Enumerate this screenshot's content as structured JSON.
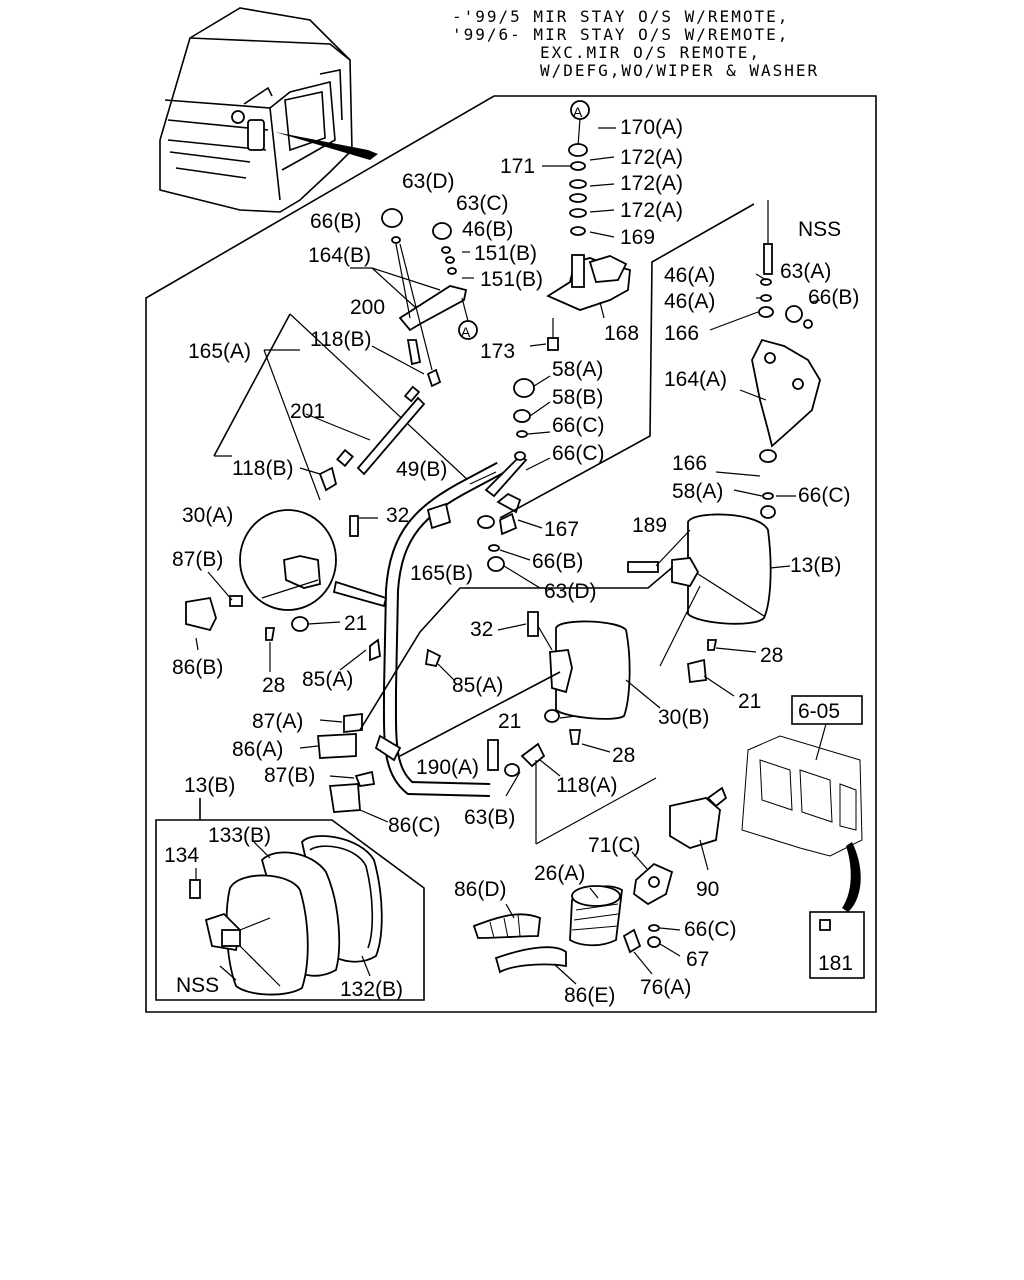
{
  "header": {
    "line1": "-'99/5 MIR STAY O/S W/REMOTE,",
    "line2": "'99/6- MIR STAY O/S W/REMOTE,",
    "line3": "EXC.MIR O/S REMOTE,",
    "line4": "W/DEFG,WO/WIPER & WASHER"
  },
  "labels": {
    "l170a": "170(A)",
    "l171": "171",
    "l172a_1": "172(A)",
    "l172a_2": "172(A)",
    "l172a_3": "172(A)",
    "l169": "169",
    "l168": "168",
    "l173": "173",
    "lA_top": "A",
    "lA_mid": "A",
    "l63d_top": "63(D)",
    "l63c": "63(C)",
    "l46b": "46(B)",
    "l66b_top": "66(B)",
    "l151b_1": "151(B)",
    "l151b_2": "151(B)",
    "l164b": "164(B)",
    "l200": "200",
    "l118b_top": "118(B)",
    "l165a": "165(A)",
    "l201": "201",
    "l118b_bot": "118(B)",
    "l58a_top": "58(A)",
    "l58b": "58(B)",
    "l66c_1": "66(C)",
    "l66c_2": "66(C)",
    "l49b": "49(B)",
    "l167": "167",
    "l66b_mid": "66(B)",
    "l63d_mid": "63(D)",
    "l165b": "165(B)",
    "lNSS_top": "NSS",
    "l46a_1": "46(A)",
    "l46a_2": "46(A)",
    "l63a": "63(A)",
    "l66b_right": "66(B)",
    "l166_1": "166",
    "l164a": "164(A)",
    "l166_2": "166",
    "l58a_right": "58(A)",
    "l66c_right": "66(C)",
    "l30a": "30(A)",
    "l32_left": "32",
    "l87b_top": "87(B)",
    "l86b": "86(B)",
    "l21_left": "21",
    "l28_left": "28",
    "l85a_1": "85(A)",
    "l85a_2": "85(A)",
    "l87a": "87(A)",
    "l86a": "86(A)",
    "l87b_bot": "87(B)",
    "l190a": "190(A)",
    "l63b": "63(B)",
    "l86c": "86(C)",
    "l118a": "118(A)",
    "l32_mid": "32",
    "l21_mid": "21",
    "l30b": "30(B)",
    "l28_mid": "28",
    "l189": "189",
    "l13b_right": "13(B)",
    "l28_right": "28",
    "l21_right": "21",
    "l13b_left": "13(B)",
    "l133b": "133(B)",
    "l134": "134",
    "lNSS_bot": "NSS",
    "l132b": "132(B)",
    "l86d": "86(D)",
    "l26a": "26(A)",
    "l86e": "86(E)",
    "l71c": "71(C)",
    "l66c_bot": "66(C)",
    "l67": "67",
    "l76a": "76(A)",
    "l90": "90",
    "l605": "6-05",
    "l181": "181"
  }
}
